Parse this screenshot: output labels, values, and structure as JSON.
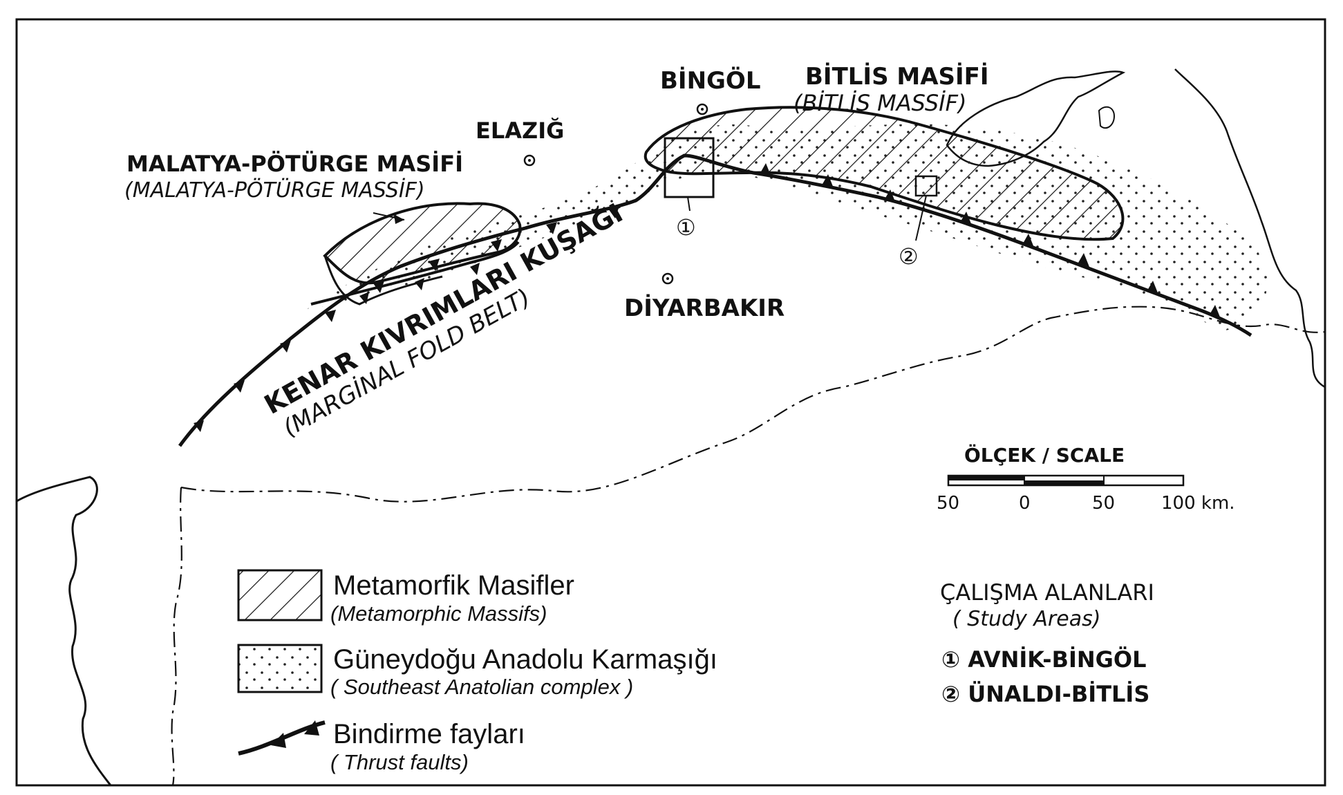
{
  "map": {
    "cities": {
      "bingol": "BİNGÖL",
      "elazig": "ELAZIĞ",
      "diyarbakir": "DİYARBAKIR"
    },
    "massifs": {
      "bitlis_tr": "BİTLİS MASİFİ",
      "bitlis_en": "(BİTLİS MASSİF)",
      "malatya_tr": "MALATYA-PÖTÜRGE MASİFİ",
      "malatya_en": "(MALATYA-PÖTÜRGE MASSİF)"
    },
    "belt": {
      "tr": "KENAR KIVRIMLARI KUŞAĞI",
      "en": "(MARGİNAL FOLD BELT)"
    },
    "study_markers": {
      "one": "①",
      "two": "②"
    }
  },
  "scale": {
    "title": "ÖLÇEK / SCALE",
    "ticks": [
      "50",
      "0",
      "50",
      "100 km."
    ]
  },
  "legend": {
    "metamorphic_tr": "Metamorfik Masifler",
    "metamorphic_en": "(Metamorphic Massifs)",
    "complex_tr": "Güneydoğu Anadolu Karmaşığı",
    "complex_en": "( Southeast Anatolian complex )",
    "thrust_tr": "Bindirme fayları",
    "thrust_en": "( Thrust faults)"
  },
  "study_areas": {
    "title_tr": "ÇALIŞMA ALANLARI",
    "title_en": "( Study Areas)",
    "item1": "① AVNİK-BİNGÖL",
    "item2": "② ÜNALDI-BİTLİS"
  }
}
